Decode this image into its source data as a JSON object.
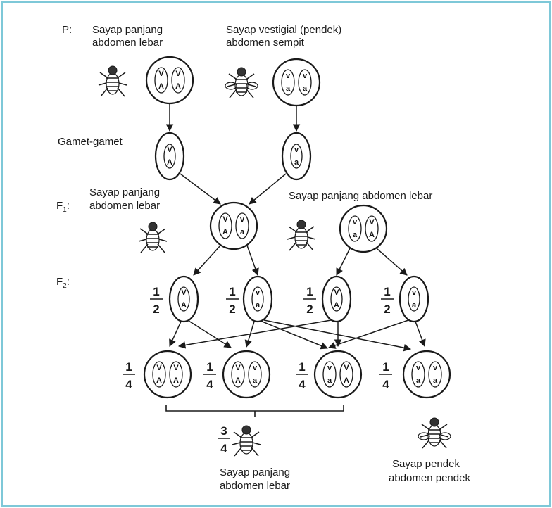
{
  "generations": {
    "p": "P:",
    "gametes": "Gamet-gamet",
    "f1": "F",
    "f1_sub": "1",
    "f1_colon": ":",
    "f2": "F",
    "f2_sub": "2",
    "f2_colon": ":"
  },
  "parents": {
    "left": {
      "line1": "Sayap panjang",
      "line2": "abdomen lebar",
      "alleles": [
        [
          "V",
          "A"
        ],
        [
          "V",
          "A"
        ]
      ]
    },
    "right": {
      "line1": "Sayap vestigial (pendek)",
      "line2": "abdomen sempit",
      "alleles": [
        [
          "v",
          "a"
        ],
        [
          "v",
          "a"
        ]
      ]
    }
  },
  "gametes": [
    [
      "V",
      "A"
    ],
    [
      "v",
      "a"
    ]
  ],
  "f1": {
    "left": {
      "line1": "Sayap panjang",
      "line2": "abdomen lebar",
      "alleles": [
        [
          "V",
          "A"
        ],
        [
          "v",
          "a"
        ]
      ]
    },
    "right": {
      "line1": "Sayap panjang abdomen lebar",
      "alleles": [
        [
          "v",
          "a"
        ],
        [
          "V",
          "A"
        ]
      ]
    }
  },
  "f2_gametes": [
    {
      "num": "1",
      "den": "2",
      "alleles": [
        "V",
        "A"
      ]
    },
    {
      "num": "1",
      "den": "2",
      "alleles": [
        "v",
        "a"
      ]
    },
    {
      "num": "1",
      "den": "2",
      "alleles": [
        "V",
        "A"
      ]
    },
    {
      "num": "1",
      "den": "2",
      "alleles": [
        "v",
        "a"
      ]
    }
  ],
  "f2_offspring": [
    {
      "num": "1",
      "den": "4",
      "alleles": [
        [
          "V",
          "A"
        ],
        [
          "V",
          "A"
        ]
      ]
    },
    {
      "num": "1",
      "den": "4",
      "alleles": [
        [
          "V",
          "A"
        ],
        [
          "v",
          "a"
        ]
      ]
    },
    {
      "num": "1",
      "den": "4",
      "alleles": [
        [
          "v",
          "a"
        ],
        [
          "V",
          "A"
        ]
      ]
    },
    {
      "num": "1",
      "den": "4",
      "alleles": [
        [
          "v",
          "a"
        ],
        [
          "v",
          "a"
        ]
      ]
    }
  ],
  "summary": {
    "long": {
      "num": "3",
      "den": "4",
      "line1": "Sayap panjang",
      "line2": "abdomen lebar"
    },
    "short": {
      "line1": "Sayap pendek",
      "line2": "abdomen pendek"
    }
  },
  "colors": {
    "border": "#7ec8d8",
    "ink": "#1a1a1a"
  }
}
